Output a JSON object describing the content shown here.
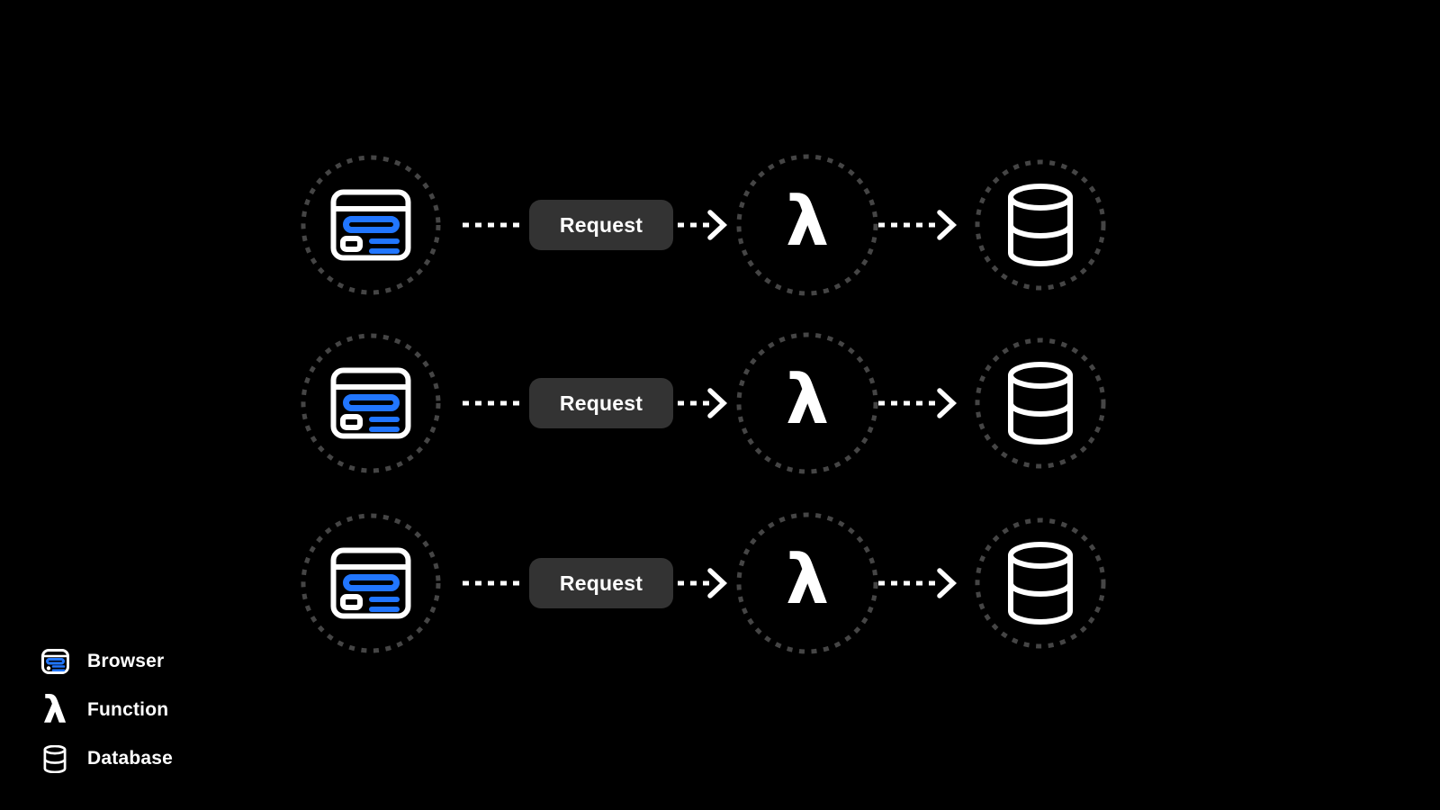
{
  "colors": {
    "background": "#000000",
    "accent_blue": "#2176ff",
    "pill_background": "#333333",
    "ring_gray": "#454545",
    "text_white": "#ffffff"
  },
  "flow_rows": [
    {
      "request_label": "Request"
    },
    {
      "request_label": "Request"
    },
    {
      "request_label": "Request"
    }
  ],
  "lambda_glyph": "λ",
  "legend": {
    "items": [
      {
        "icon": "browser-icon",
        "label": "Browser"
      },
      {
        "icon": "lambda-icon",
        "label": "Function"
      },
      {
        "icon": "database-icon",
        "label": "Database"
      }
    ]
  }
}
